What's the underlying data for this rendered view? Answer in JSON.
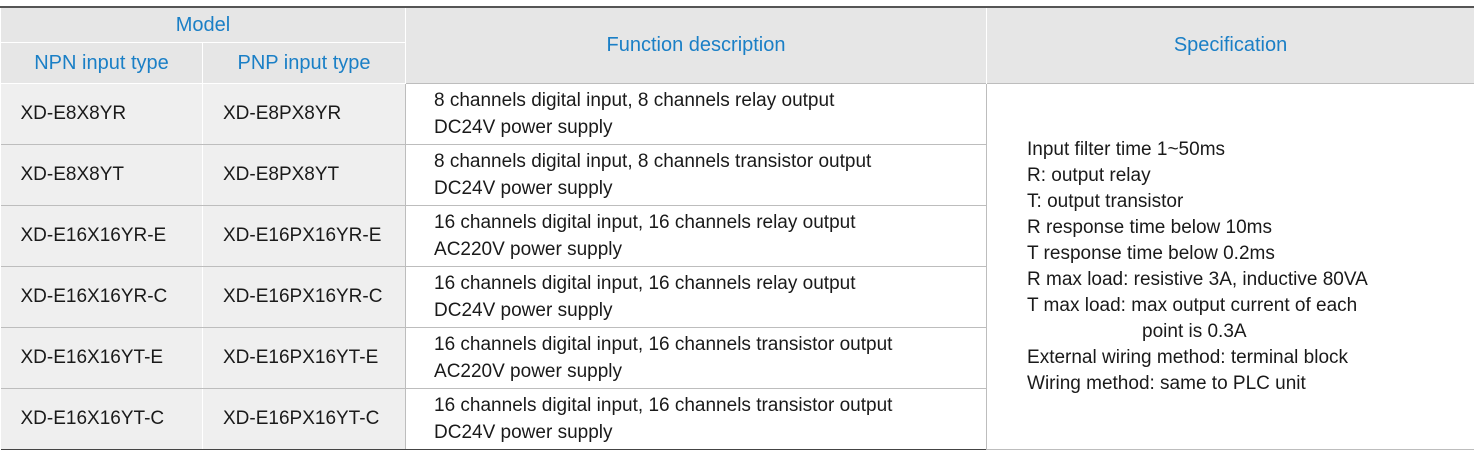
{
  "header": {
    "model": "Model",
    "npn": "NPN input type",
    "pnp": "PNP input type",
    "function": "Function description",
    "specification": "Specification"
  },
  "rows": [
    {
      "npn": "XD-E8X8YR",
      "pnp": "XD-E8PX8YR",
      "function": [
        "8 channels digital input, 8 channels relay output",
        "DC24V power supply"
      ]
    },
    {
      "npn": "XD-E8X8YT",
      "pnp": "XD-E8PX8YT",
      "function": [
        "8 channels digital input, 8 channels transistor output",
        "DC24V power supply"
      ]
    },
    {
      "npn": "XD-E16X16YR-E",
      "pnp": "XD-E16PX16YR-E",
      "function": [
        "16 channels digital input, 16 channels relay output",
        "AC220V power supply"
      ]
    },
    {
      "npn": "XD-E16X16YR-C",
      "pnp": "XD-E16PX16YR-C",
      "function": [
        "16 channels digital input, 16 channels relay output",
        "DC24V power supply"
      ]
    },
    {
      "npn": "XD-E16X16YT-E",
      "pnp": "XD-E16PX16YT-E",
      "function": [
        "16 channels digital input, 16 channels transistor output",
        "AC220V power supply"
      ]
    },
    {
      "npn": "XD-E16X16YT-C",
      "pnp": "XD-E16PX16YT-C",
      "function": [
        "16 channels digital input, 16 channels transistor output",
        "DC24V power supply"
      ]
    }
  ],
  "specification": [
    "Input filter time 1~50ms",
    "R: output relay",
    "T: output transistor",
    "R response time below 10ms",
    "T response time below 0.2ms",
    "R max load: resistive 3A, inductive 80VA",
    "T max load: max output current of each",
    "point is 0.3A",
    "External wiring method: terminal block",
    "Wiring method: same to PLC unit"
  ],
  "colors": {
    "header_text": "#1a7fc6",
    "header_bg": "#e6e6e6",
    "model_cell_bg": "#efefef"
  }
}
